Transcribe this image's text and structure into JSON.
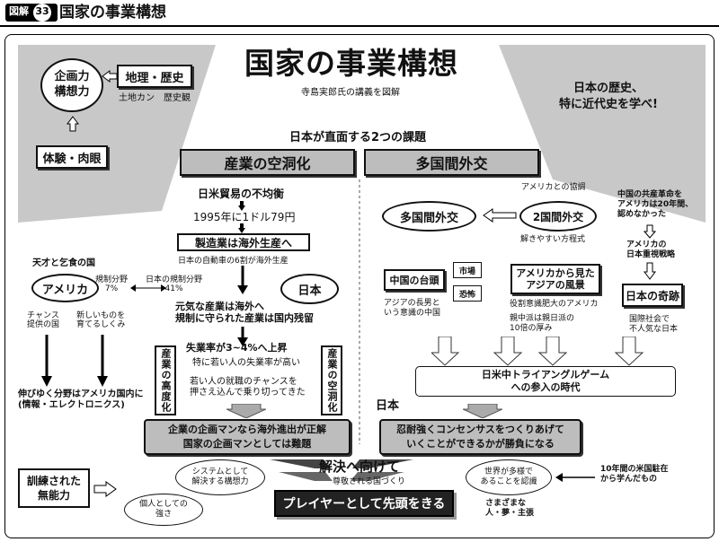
{
  "header": {
    "badge_label": "図解",
    "badge_number": "33",
    "title": "国家の事業構想"
  },
  "main": {
    "title": "国家の事業構想",
    "subtitle": "寺島実郎氏の講義を図解"
  },
  "top_left": {
    "circle": "企画力\n構想力",
    "box_geo": "地理・歴史",
    "geo_sub": "土地カン　歴史観",
    "box_exp": "体験・肉眼"
  },
  "top_right": {
    "text": "日本の歴史、\n特に近代史を学べ!"
  },
  "issues": {
    "heading": "日本が直面する2つの課題",
    "left": "産業の空洞化",
    "right": "多国間外交"
  },
  "left_col": {
    "trade": "日米貿易の不均衡",
    "yen": "1995年に1ドル79円",
    "overseas": "製造業は海外生産へ",
    "auto": "日本の自動車の6割が海外生産",
    "pos_label": "天才と乞食の国",
    "america": "アメリカ",
    "japan": "日本",
    "reg_us": "規制分野\n7%",
    "reg_jp": "日本の規制分野\n41%",
    "chance": "チャンス\n提供の国",
    "newthings": "新しいものを\n育てるしくみ",
    "growth": "伸びゆく分野はアメリカ国内に\n(情報・エレクトロニクス)",
    "genki": "元気な産業は海外へ\n規制に守られた産業は国内残留",
    "unemp": "失業率が3~4%へ上昇",
    "young": "特に若い人の失業率が高い",
    "youth": "若い人の就職のチャンスを\n押さえ込んで乗り切ってきた",
    "vert_left": "産業の高度化",
    "vert_right": "産業の空洞化",
    "conclusion": "企業の企画マンなら海外進出が正解\n国家の企画マンとしては難題"
  },
  "right_col": {
    "multi": "多国間外交",
    "two": "2国間外交",
    "us_coop": "アメリカとの協調",
    "easy": "解きやすい方程式",
    "china_rev": "中国の共産革命を\nアメリカは20年間、\n認めなかった",
    "us_jp": "アメリカの\n日本重視戦略",
    "rise": "中国の台頭",
    "mkt": "市場",
    "fear": "恐怖",
    "asia_scene": "アメリカから見た\nアジアの風景",
    "elder": "アジアの長男と\nいう意識の中国",
    "role": "役割意識肥大のアメリカ",
    "pro_china": "親中派は親日派の\n10倍の厚み",
    "miracle": "日本の奇跡",
    "indiff": "国際社会で\n不人気な日本",
    "triangle": "日米中トライアングルゲーム\nへの参入の時代",
    "japan_lbl": "日本",
    "consensus": "忍耐強くコンセンサスをつくりあげて\nいくことができるかが勝負になる"
  },
  "bottom": {
    "trained": "訓練された\n無能力",
    "system": "システムとして\n解決する構想力",
    "personal": "個人としての\n強さ",
    "solve": "解決へ向けて",
    "respected": "尊敬される国づくり",
    "player": "プレイヤーとして先頭をきる",
    "world": "世界が多様で\nあることを認識",
    "various": "さまざまな\n人・夢・主張",
    "ten_years": "10年間の米国駐在\nから学んだもの"
  }
}
